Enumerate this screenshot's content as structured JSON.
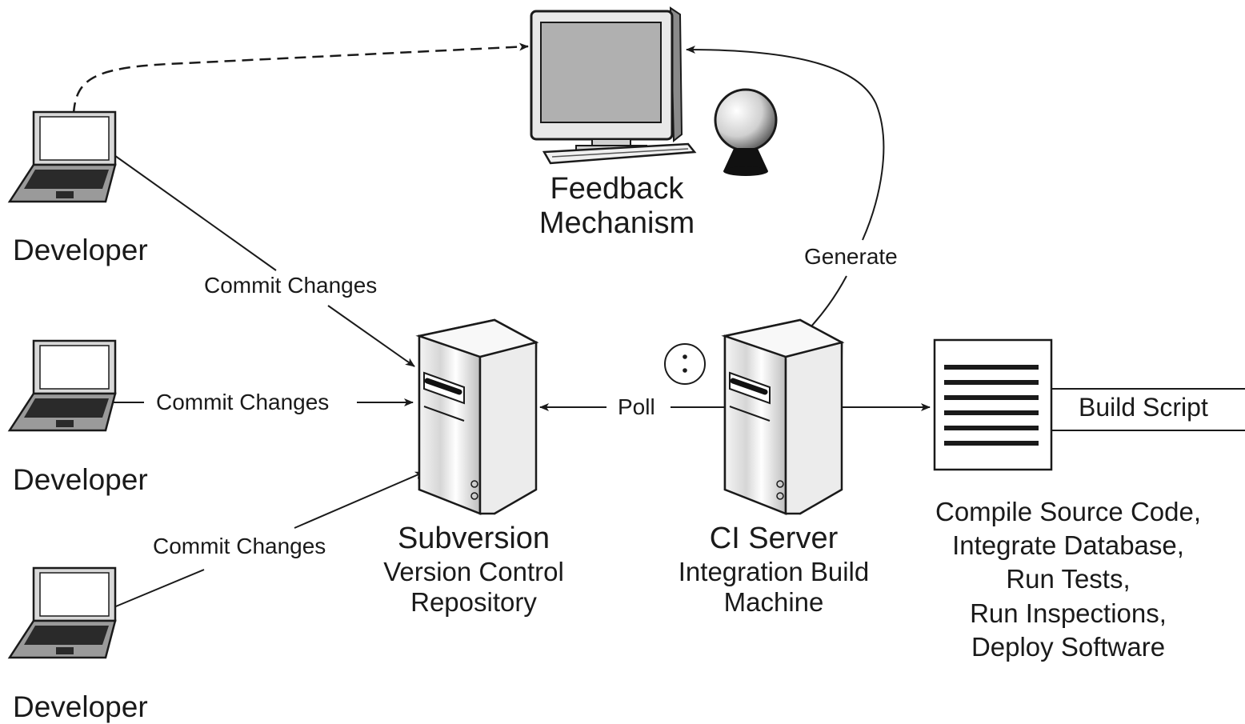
{
  "developers": [
    {
      "label": "Developer"
    },
    {
      "label": "Developer"
    },
    {
      "label": "Developer"
    }
  ],
  "edges": {
    "commit_1": "Commit Changes",
    "commit_2": "Commit Changes",
    "commit_3": "Commit Changes",
    "poll": "Poll",
    "generate": "Generate"
  },
  "feedback": {
    "line1": "Feedback",
    "line2": "Mechanism"
  },
  "subversion": {
    "title": "Subversion",
    "line1": "Version Control",
    "line2": "Repository"
  },
  "ci_server": {
    "title": "CI Server",
    "line1": "Integration Build",
    "line2": "Machine"
  },
  "build_script": {
    "label": "Build Script",
    "tasks": [
      "Compile Source Code,",
      "Integrate Database,",
      "Run Tests,",
      "Run Inspections,",
      "Deploy Software"
    ]
  },
  "colors": {
    "ink": "#1a1a1a",
    "paper": "#ffffff",
    "server_gray": "#c8c8c8",
    "screen_gray": "#b0b0b0"
  }
}
